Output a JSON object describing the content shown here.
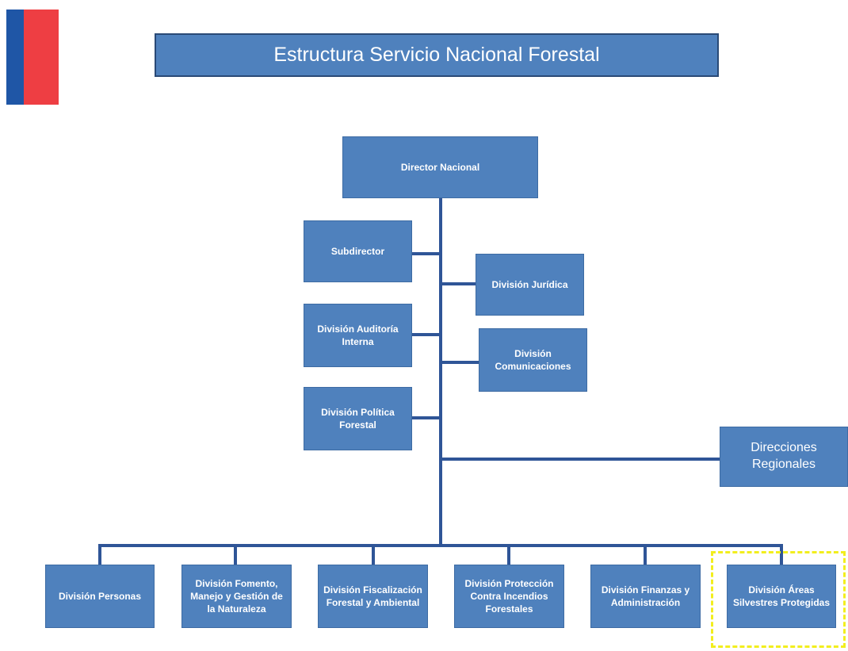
{
  "title": "Estructura Servicio Nacional Forestal",
  "colors": {
    "box": "#4f81bd",
    "line": "#2f5597",
    "highlight": "#f2ee1e",
    "flag_blue": "#1f56a6",
    "flag_red": "#ee3e43"
  },
  "boxes": {
    "director": "Director Nacional",
    "subdirector": "Subdirector",
    "auditoria": "División Auditoría\nInterna",
    "politica": "División Política\nForestal",
    "juridica": "División  Jurídica",
    "comunicaciones": "División\nComunicaciones",
    "regionales": "Direcciones\nRegionales"
  },
  "divisions": [
    "División Personas",
    "División Fomento,\nManejo y Gestión de\nla Naturaleza",
    "División Fiscalización\nForestal y  Ambiental",
    "División Protección\nContra Incendios\nForestales",
    "División Finanzas y\nAdministración",
    "División Áreas\nSilvestres Protegidas"
  ],
  "highlighted_division": "División Áreas\nSilvestres Protegidas"
}
